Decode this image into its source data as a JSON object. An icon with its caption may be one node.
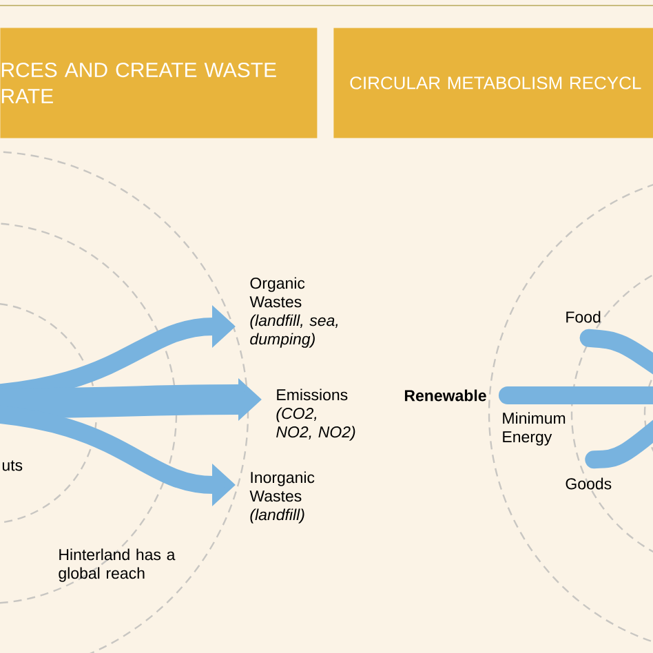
{
  "diagram": {
    "nodes": [
      {
        "text": [
          "RCES AND CREATE WASTE RATE"
        ]
      },
      {
        "text": [
          "CIRCULAR METABOLISM RECYCL"
        ]
      },
      {
        "text": [
          "Organic Wastes",
          "(landfill, sea, dumping)"
        ]
      },
      {
        "text": [
          "Emissions",
          "(CO2, NO2, NO2)"
        ]
      },
      {
        "text": [
          "Inorganic Wastes",
          "(landfill)"
        ]
      },
      {
        "text": [
          "Renewable"
        ]
      },
      {
        "text": [
          "Food"
        ]
      },
      {
        "text": [
          "Goods"
        ]
      }
    ],
    "edges": [
      {
        "from": null,
        "to": 2,
        "arrow": "to"
      },
      {
        "from": null,
        "to": 3,
        "arrow": "to"
      },
      {
        "from": null,
        "to": 4,
        "arrow": "to"
      },
      {
        "from": 6,
        "to": null,
        "arrow": "none"
      },
      {
        "from": 5,
        "to": null,
        "arrow": "none"
      },
      {
        "from": 7,
        "to": null,
        "arrow": "none"
      }
    ],
    "labels": [
      "uts",
      "Minimum Energy",
      "Hinterland has a global reach"
    ]
  }
}
